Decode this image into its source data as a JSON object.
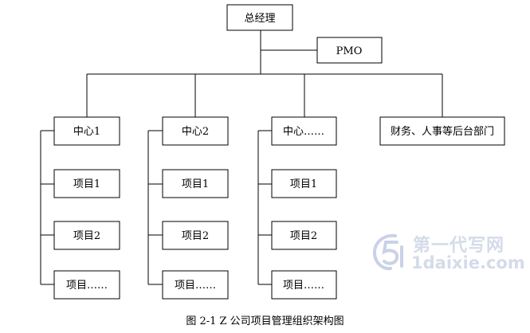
{
  "nodes": {
    "gm": "总经理",
    "pmo": "PMO",
    "center1": "中心1",
    "center2": "中心2",
    "center3": "中心……",
    "support": "财务、人事等后台部门",
    "c1_p1": "项目1",
    "c1_p2": "项目2",
    "c1_p3": "项目……",
    "c2_p1": "项目1",
    "c2_p2": "项目2",
    "c2_p3": "项目……",
    "c3_p1": "项目1",
    "c3_p2": "项目2",
    "c3_p3": "项目……"
  },
  "caption": "图 2-1   Z 公司项目管理组织架构图",
  "watermark": {
    "logo_icon": "swirl-logo-icon",
    "title": "第一代写网",
    "url": "1daixie.com"
  }
}
